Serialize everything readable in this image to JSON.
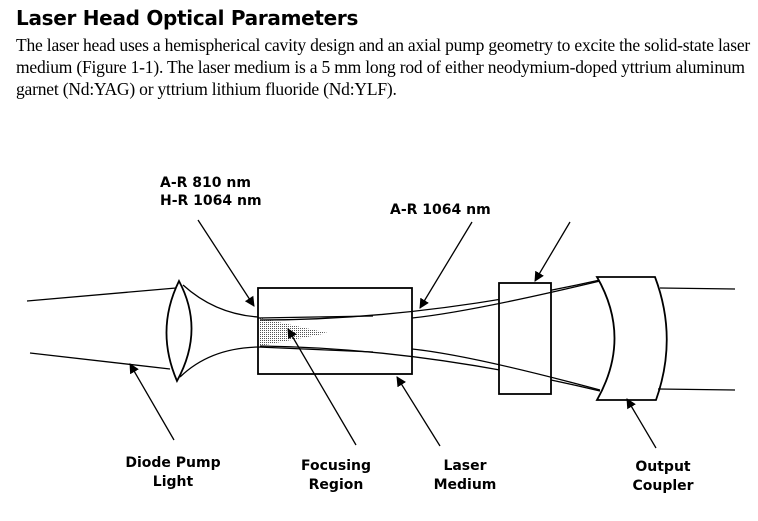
{
  "section": {
    "title": "Laser Head Optical Parameters",
    "paragraph": "The laser head uses a hemispherical cavity design and an axial pump geometry to excite the solid-state laser medium (Figure 1-1). The laser medium is a 5 mm long rod of either neodymium-doped yttrium aluminum garnet (Nd:YAG) or yttrium lithium fluoride (Nd:YLF)."
  },
  "diagram": {
    "labels": {
      "coating_1_line1": "A-R 810 nm",
      "coating_1_line2": "H-R 1064 nm",
      "coating_2": "A-R 1064 nm",
      "diode_line1": "Diode Pump",
      "diode_line2": "Light",
      "focus_line1": "Focusing",
      "focus_line2": "Region",
      "medium_line1": "Laser",
      "medium_line2": "Medium",
      "coupler_line1": "Output",
      "coupler_line2": "Coupler"
    }
  }
}
